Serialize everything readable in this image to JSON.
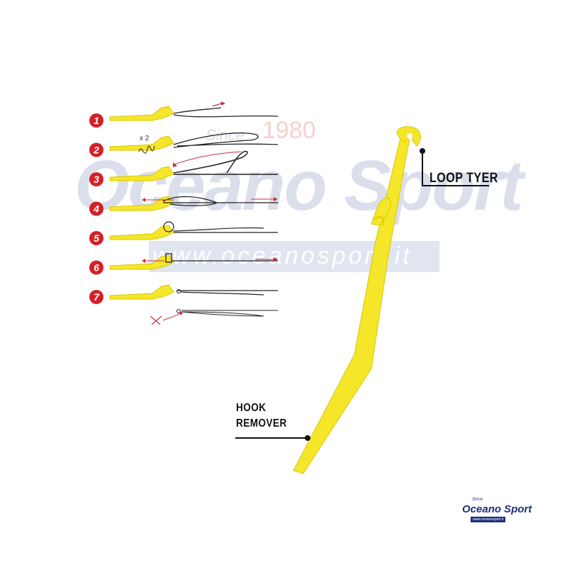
{
  "labels": {
    "loop_tyer": "LOOP TYER",
    "hook_remover_line1": "HOOK",
    "hook_remover_line2": "REMOVER"
  },
  "steps": [
    "1",
    "2",
    "3",
    "4",
    "5",
    "6",
    "7"
  ],
  "step_2_annotation": "x 2",
  "watermark": {
    "since": "Since",
    "year": "1980",
    "brand": "Oceano Sport",
    "url": "www.oceanosport.it"
  },
  "logo": {
    "since": "Since",
    "text": "Oceano Sport",
    "url": "www.oceanosport.it"
  },
  "colors": {
    "tool_yellow": "#f5e62a",
    "badge_red": "#d42027",
    "arrow_red": "#c8323a",
    "line": "#222222",
    "logo_blue": "#1c2f7a"
  }
}
